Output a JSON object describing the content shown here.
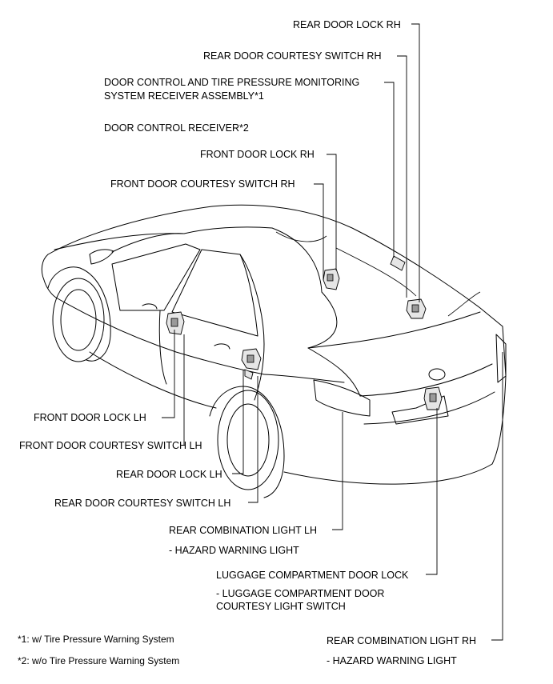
{
  "labels": {
    "rear_door_lock_rh": "REAR DOOR LOCK RH",
    "rear_door_courtesy_switch_rh": "REAR DOOR COURTESY SWITCH RH",
    "door_control_tpms_line1": "DOOR CONTROL AND TIRE PRESSURE MONITORING",
    "door_control_tpms_line2": "SYSTEM RECEIVER ASSEMBLY*1",
    "door_control_receiver": "DOOR CONTROL RECEIVER*2",
    "front_door_lock_rh": "FRONT DOOR LOCK RH",
    "front_door_courtesy_switch_rh": "FRONT DOOR COURTESY SWITCH RH",
    "front_door_lock_lh": "FRONT DOOR LOCK  LH",
    "front_door_courtesy_switch_lh": "FRONT DOOR COURTESY SWITCH LH",
    "rear_door_lock_lh": "REAR DOOR LOCK LH",
    "rear_door_courtesy_switch_lh": "REAR DOOR COURTESY SWITCH LH",
    "rear_combination_light_lh": "REAR COMBINATION LIGHT LH",
    "hazard_warning_light_lh": "- HAZARD WARNING LIGHT",
    "luggage_compartment_door_lock": "LUGGAGE COMPARTMENT DOOR LOCK",
    "luggage_courtesy_line1": "- LUGGAGE COMPARTMENT DOOR",
    "luggage_courtesy_line2": "COURTESY LIGHT SWITCH",
    "rear_combination_light_rh": "REAR COMBINATION LIGHT RH",
    "hazard_warning_light_rh": "- HAZARD WARNING LIGHT"
  },
  "notes": {
    "note1": "*1: w/ Tire Pressure Warning System",
    "note2": "*2: w/o Tire Pressure Warning System"
  }
}
